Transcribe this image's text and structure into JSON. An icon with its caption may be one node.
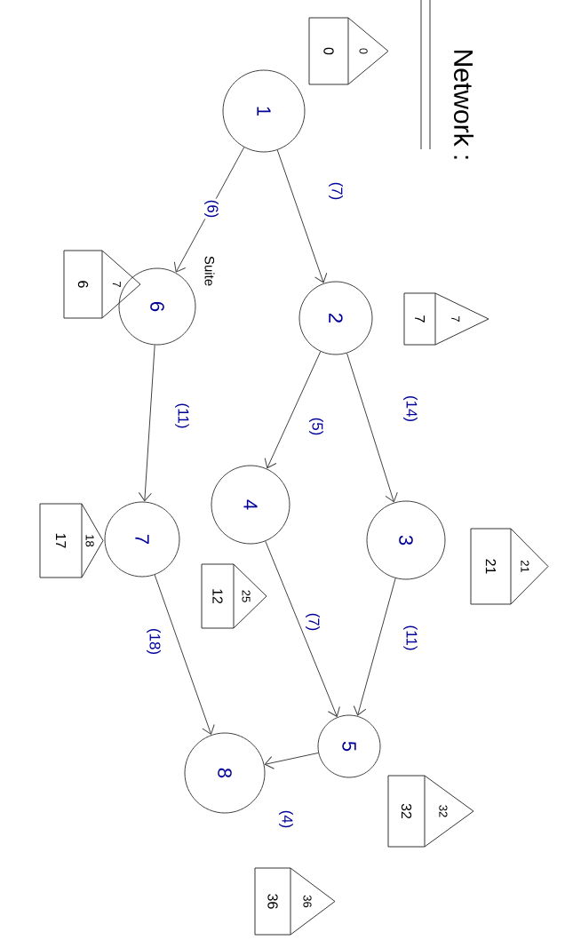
{
  "diagram": {
    "title": "Network :",
    "nodes": [
      {
        "text": [
          "1"
        ]
      },
      {
        "text": [
          "2"
        ]
      },
      {
        "text": [
          "3"
        ]
      },
      {
        "text": [
          "4"
        ]
      },
      {
        "text": [
          "5"
        ]
      },
      {
        "text": [
          "6"
        ]
      },
      {
        "text": [
          "7"
        ]
      },
      {
        "text": [
          "8"
        ]
      },
      {
        "text": [
          "0",
          "0"
        ]
      },
      {
        "text": [
          "7",
          "7"
        ]
      },
      {
        "text": [
          "21",
          "21"
        ]
      },
      {
        "text": [
          "12",
          "25"
        ]
      },
      {
        "text": [
          "32",
          "32"
        ]
      },
      {
        "text": [
          "6",
          "7"
        ]
      },
      {
        "text": [
          "17",
          "18"
        ]
      },
      {
        "text": [
          "36",
          "36"
        ]
      }
    ],
    "edges": [
      {
        "from": 0,
        "to": 1,
        "arrow": "to",
        "label": "(7)"
      },
      {
        "from": 0,
        "to": 5,
        "arrow": "to",
        "label": "(6)"
      },
      {
        "from": 1,
        "to": 2,
        "arrow": "to",
        "label": "(14)"
      },
      {
        "from": 1,
        "to": 3,
        "arrow": "to",
        "label": "(5)"
      },
      {
        "from": 5,
        "to": 6,
        "arrow": "to",
        "label": "(11)"
      },
      {
        "from": 2,
        "to": 4,
        "arrow": "to",
        "label": "(11)"
      },
      {
        "from": 3,
        "to": 4,
        "arrow": "to",
        "label": "(7)"
      },
      {
        "from": 6,
        "to": 7,
        "arrow": "to",
        "label": "(18)"
      },
      {
        "from": 4,
        "to": 7,
        "arrow": "to",
        "label": "(4)"
      }
    ],
    "labels": [
      "Suite"
    ]
  }
}
